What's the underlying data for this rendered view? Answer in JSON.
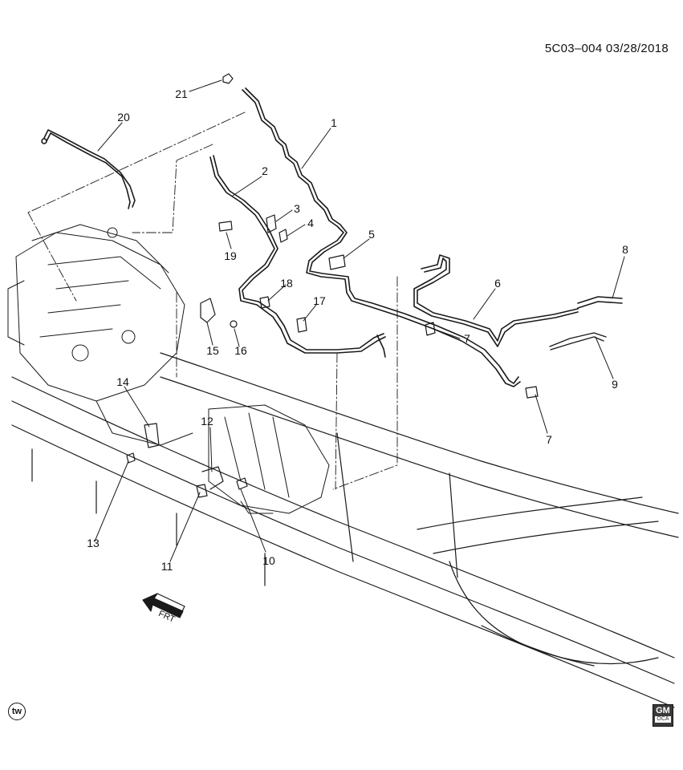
{
  "header": {
    "code": "5C03–004  03/28/2018"
  },
  "front_indicator": {
    "label": "FRT"
  },
  "callouts": [
    "1",
    "2",
    "3",
    "4",
    "5",
    "6",
    "7",
    "7",
    "8",
    "9",
    "10",
    "11",
    "12",
    "13",
    "14",
    "15",
    "16",
    "17",
    "18",
    "19",
    "20",
    "21"
  ],
  "footer": {
    "left_logo": "tw",
    "right_logo_top": "GM",
    "right_logo_bottom": "OCA"
  }
}
